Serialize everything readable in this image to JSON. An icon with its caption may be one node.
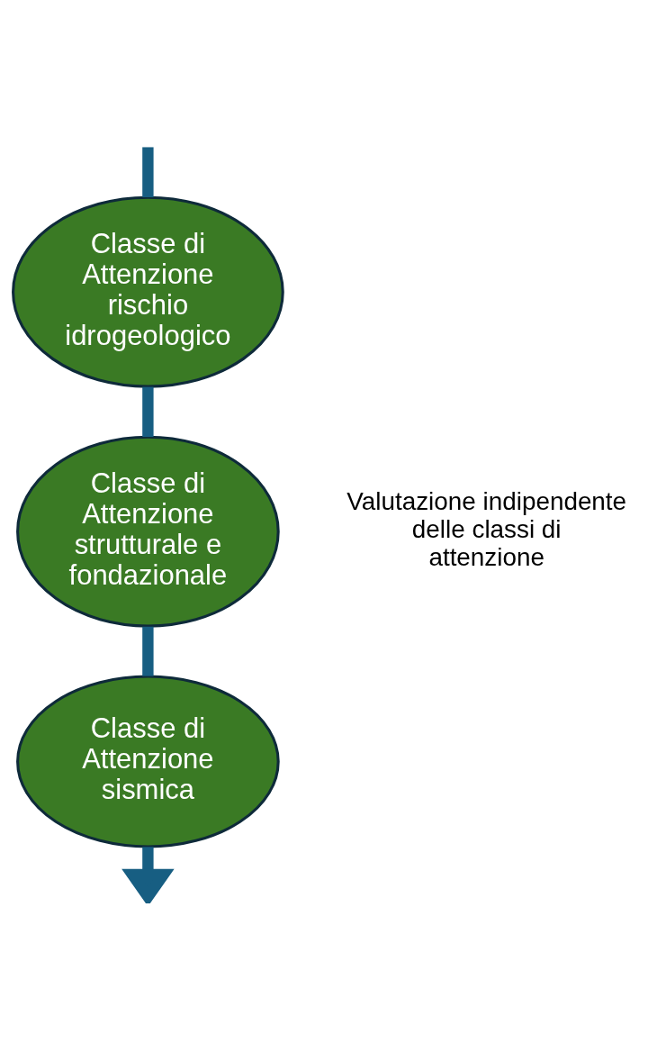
{
  "diagram": {
    "nodes": [
      {
        "text": [
          "Classe di Attenzione rischio idrogeologico"
        ]
      },
      {
        "text": [
          "Classe di Attenzione strutturale e fondazionale"
        ]
      },
      {
        "text": [
          "Classe di Attenzione sismica"
        ]
      }
    ],
    "edges": [
      {
        "from": null,
        "to": 0,
        "arrow": "none"
      },
      {
        "from": 0,
        "to": 1,
        "arrow": "none"
      },
      {
        "from": 1,
        "to": 2,
        "arrow": "none"
      },
      {
        "from": 2,
        "to": null,
        "arrow": "to"
      }
    ],
    "labels": [
      "Valutazione indipendente delle classi di attenzione"
    ]
  }
}
